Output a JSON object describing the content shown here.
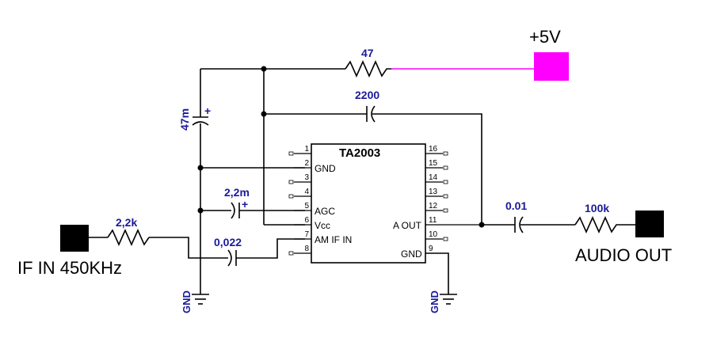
{
  "supply": {
    "label": "+5V",
    "color": "#ff00ff"
  },
  "ic": {
    "name": "TA2003",
    "left_pins": [
      "1",
      "2",
      "3",
      "4",
      "5",
      "6",
      "7",
      "8"
    ],
    "right_pins": [
      "16",
      "15",
      "14",
      "13",
      "12",
      "11",
      "10",
      "9"
    ],
    "labels": {
      "gnd_left": "GND",
      "agc": "AGC",
      "vcc": "Vcc",
      "am_if_in": "AM IF IN",
      "a_out": "A OUT",
      "gnd_right": "GND"
    }
  },
  "components": {
    "r_supply": "47",
    "c_top": "2200",
    "c_electro_left": "47m",
    "c_agc": "2,2m",
    "c_input": "0,022",
    "r_input": "2,2k",
    "c_out": "0.01",
    "r_out": "100k"
  },
  "ports": {
    "input": "IF IN 450KHz",
    "output": "AUDIO OUT"
  },
  "grounds": {
    "left": "GND",
    "right": "GND"
  }
}
